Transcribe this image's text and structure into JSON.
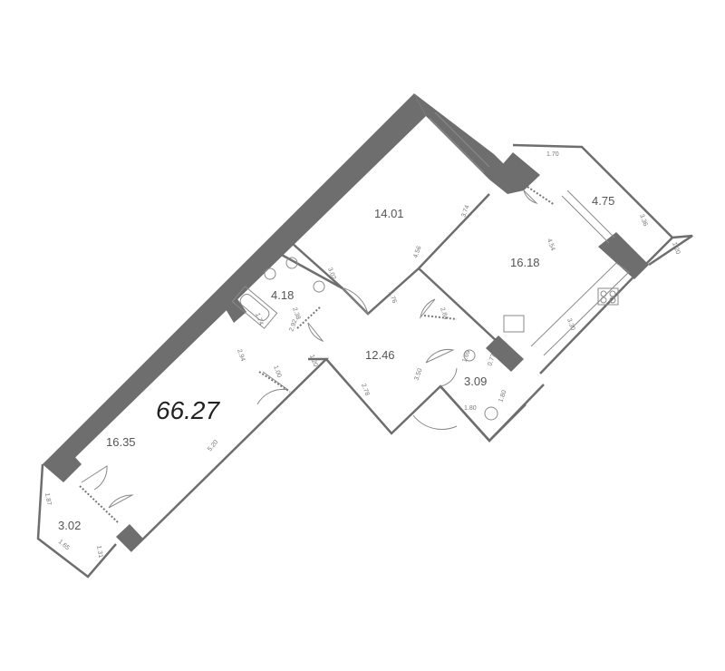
{
  "total_area": "66.27",
  "rooms": {
    "bedroom_top": "14.01",
    "kitchen": "16.18",
    "balcony_right": "4.75",
    "bathroom": "4.18",
    "hall": "12.46",
    "wc": "3.09",
    "living": "16.35",
    "balcony_left": "3.02"
  },
  "dims": {
    "d_170": "1.70",
    "d_336": "3.36",
    "d_120a": "1.20",
    "d_374": "3.74",
    "d_454": "4.54",
    "d_456": "4.56",
    "d_302": "3.02",
    "d_176": "1.76",
    "d_284": "2.84",
    "d_330": "3.30",
    "d_174": "1.74",
    "d_238": "2.38",
    "d_292": "2.92",
    "d_294": "2.94",
    "d_100": "1.00",
    "d_120b": "1.20",
    "d_278": "2.78",
    "d_350": "3.50",
    "d_169": "1.69",
    "d_077": "0.77",
    "d_180a": "1.80",
    "d_180b": "1.80",
    "d_520": "5.20",
    "d_187": "1.87",
    "d_165": "1.65",
    "d_131": "1.31"
  }
}
